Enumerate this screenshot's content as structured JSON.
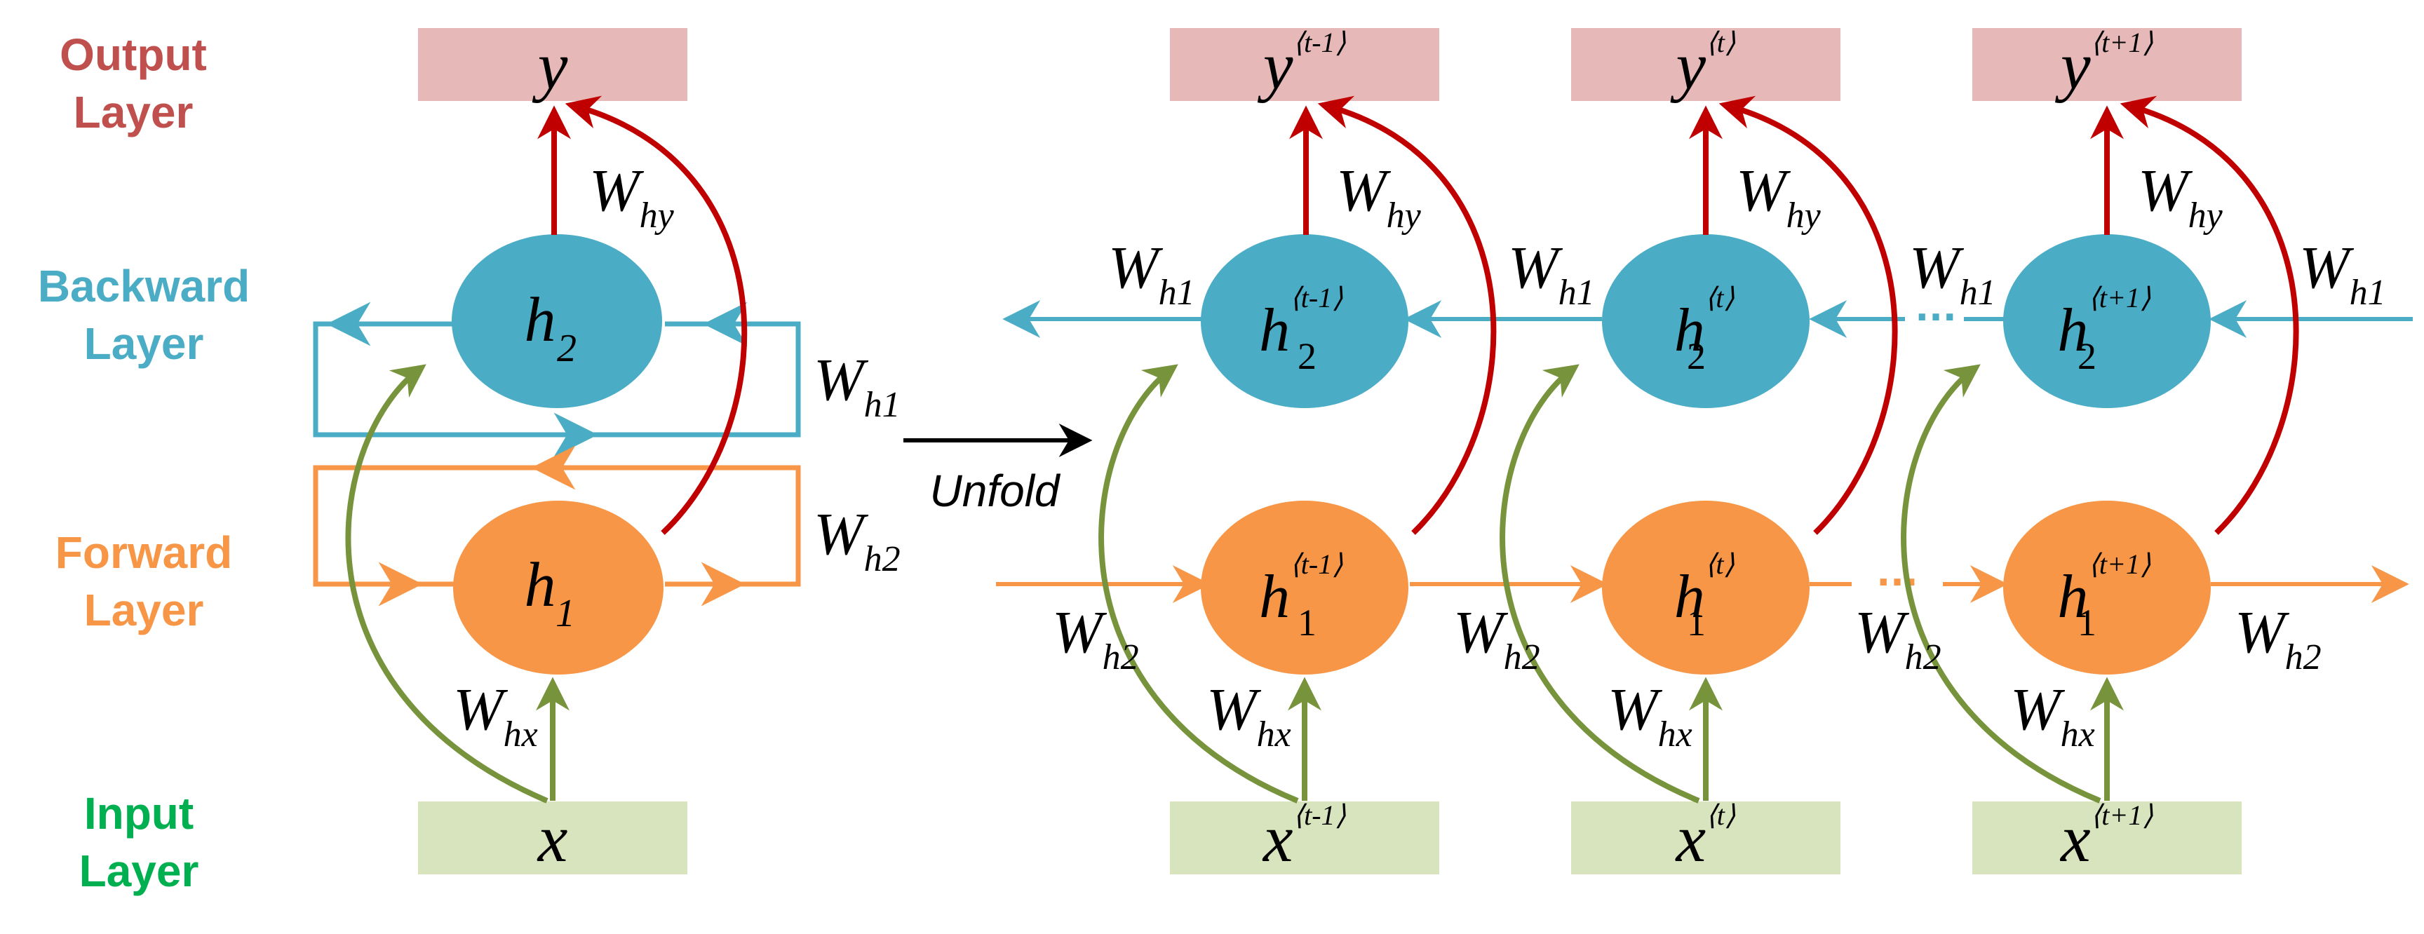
{
  "colors": {
    "output": "#c0504d",
    "backward": "#4bacc6",
    "forward": "#f79646",
    "input": "#00b050",
    "output_box": "#e6b9b8",
    "input_box": "#d7e4bd",
    "red_arrow": "#c00000",
    "green_arrow": "#77933c",
    "black": "#000000"
  },
  "row_labels": {
    "output": [
      "Output",
      "Layer"
    ],
    "backward": [
      "Backward",
      "Layer"
    ],
    "forward": [
      "Forward",
      "Layer"
    ],
    "input": [
      "Input",
      "Layer"
    ]
  },
  "unfold_label": "Unfold",
  "folded": {
    "y": "y",
    "h2": "h",
    "h2_sub": "2",
    "h1": "h",
    "h1_sub": "1",
    "x": "x",
    "w_hy": "W",
    "w_hy_sub": "hy",
    "w_h1": "W",
    "w_h1_sub": "h1",
    "w_h2": "W",
    "w_h2_sub": "h2",
    "w_hx": "W",
    "w_hx_sub": "hx"
  },
  "unfolded": {
    "steps": [
      {
        "sup": "⟨t-1⟩"
      },
      {
        "sup": "⟨t⟩"
      },
      {
        "sup": "⟨t+1⟩"
      }
    ],
    "y": "y",
    "h": "h",
    "x": "x",
    "h1_sub": "1",
    "h2_sub": "2",
    "W": "W",
    "hy": "hy",
    "hx": "hx",
    "h1w": "h1",
    "h2w": "h2",
    "ellipsis": "···"
  }
}
